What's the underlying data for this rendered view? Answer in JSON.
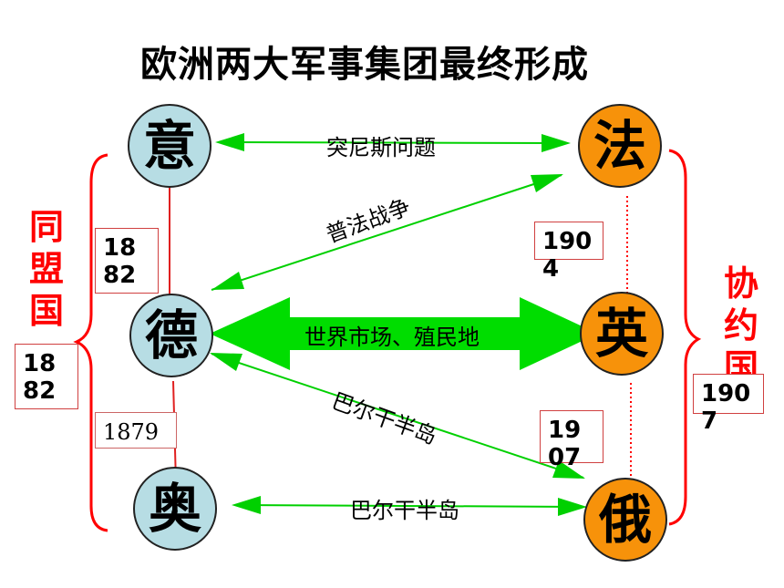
{
  "title": "欧洲两大军事集团最终形成",
  "countries": {
    "italy": "意",
    "germany": "德",
    "austria": "奥",
    "france": "法",
    "britain": "英",
    "russia": "俄"
  },
  "groups": {
    "triple_alliance": "同盟国",
    "triple_entente": "协约国"
  },
  "years": {
    "alliance_italy": "1882",
    "alliance_bracket": "1882",
    "german_austrian": "1879",
    "anglo_french": "1904",
    "anglo_russian": "1907",
    "entente_bracket": "1907"
  },
  "conflicts": {
    "italy_france": "突尼斯问题",
    "franco_prussian": "普法战争",
    "germany_britain": "世界市场、殖民地",
    "germany_russia": "巴尔干半岛",
    "austria_russia": "巴尔干半岛"
  },
  "colors": {
    "arrow": "#00d000",
    "bracket": "#ff0000",
    "alliance_fill": "#b7dde4",
    "entente_fill": "#f7920a"
  }
}
